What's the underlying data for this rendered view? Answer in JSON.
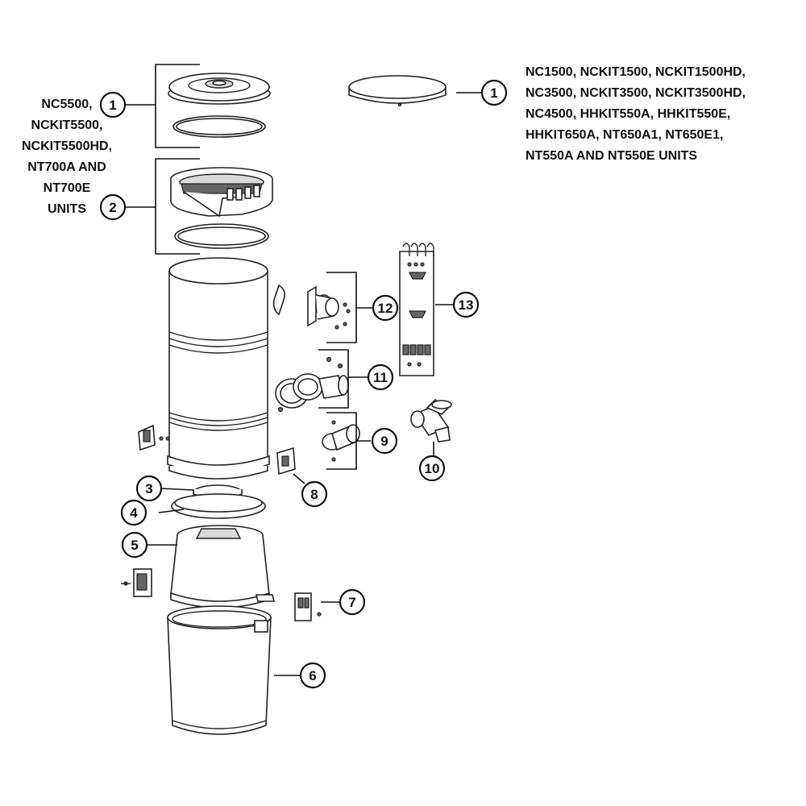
{
  "models_left": [
    "NC5500,",
    "NCKIT5500,",
    "NCKIT5500HD,",
    "NT700A AND",
    "NT700E",
    "UNITS"
  ],
  "models_right": [
    "NC1500, NCKIT1500, NCKIT1500HD,",
    "NC3500, NCKIT3500, NCKIT3500HD,",
    "NC4500, HHKIT550A, HHKIT550E,",
    "HHKIT650A, NT650A1, NT650E1,",
    "NT550A AND NT550E UNITS"
  ],
  "callouts": {
    "c1_left": "1",
    "c1_right": "1",
    "c2": "2",
    "c3": "3",
    "c4": "4",
    "c5": "5",
    "c6": "6",
    "c7": "7",
    "c8": "8",
    "c9": "9",
    "c10": "10",
    "c11": "11",
    "c12": "12",
    "c13": "13"
  }
}
